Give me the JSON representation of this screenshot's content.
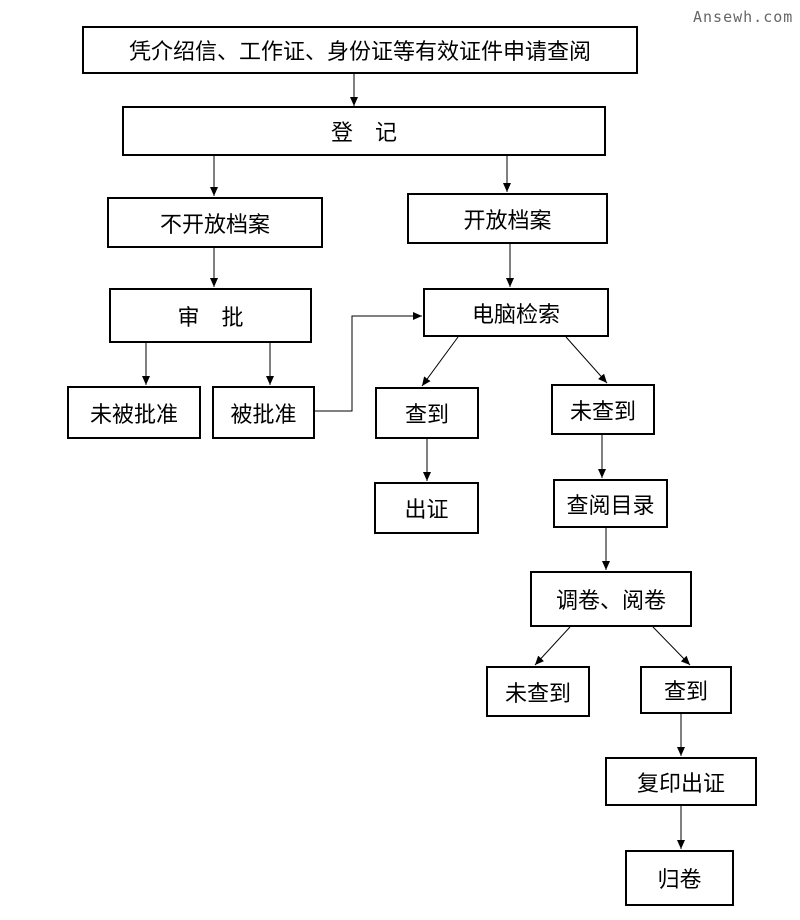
{
  "watermark": "Ansewh.com",
  "nodes": {
    "apply": "凭介绍信、工作证、身份证等有效证件申请查阅",
    "register": "登　记",
    "closed_archive": "不开放档案",
    "open_archive": "开放档案",
    "approval": "审　批",
    "computer_search": "电脑检索",
    "not_approved": "未被批准",
    "approved": "被批准",
    "found_1": "查到",
    "not_found_1": "未查到",
    "issue_cert_1": "出证",
    "browse_catalog": "查阅目录",
    "retrieve_read": "调卷、阅卷",
    "not_found_2": "未查到",
    "found_2": "查到",
    "copy_issue_cert": "复印出证",
    "return_file": "归卷"
  }
}
